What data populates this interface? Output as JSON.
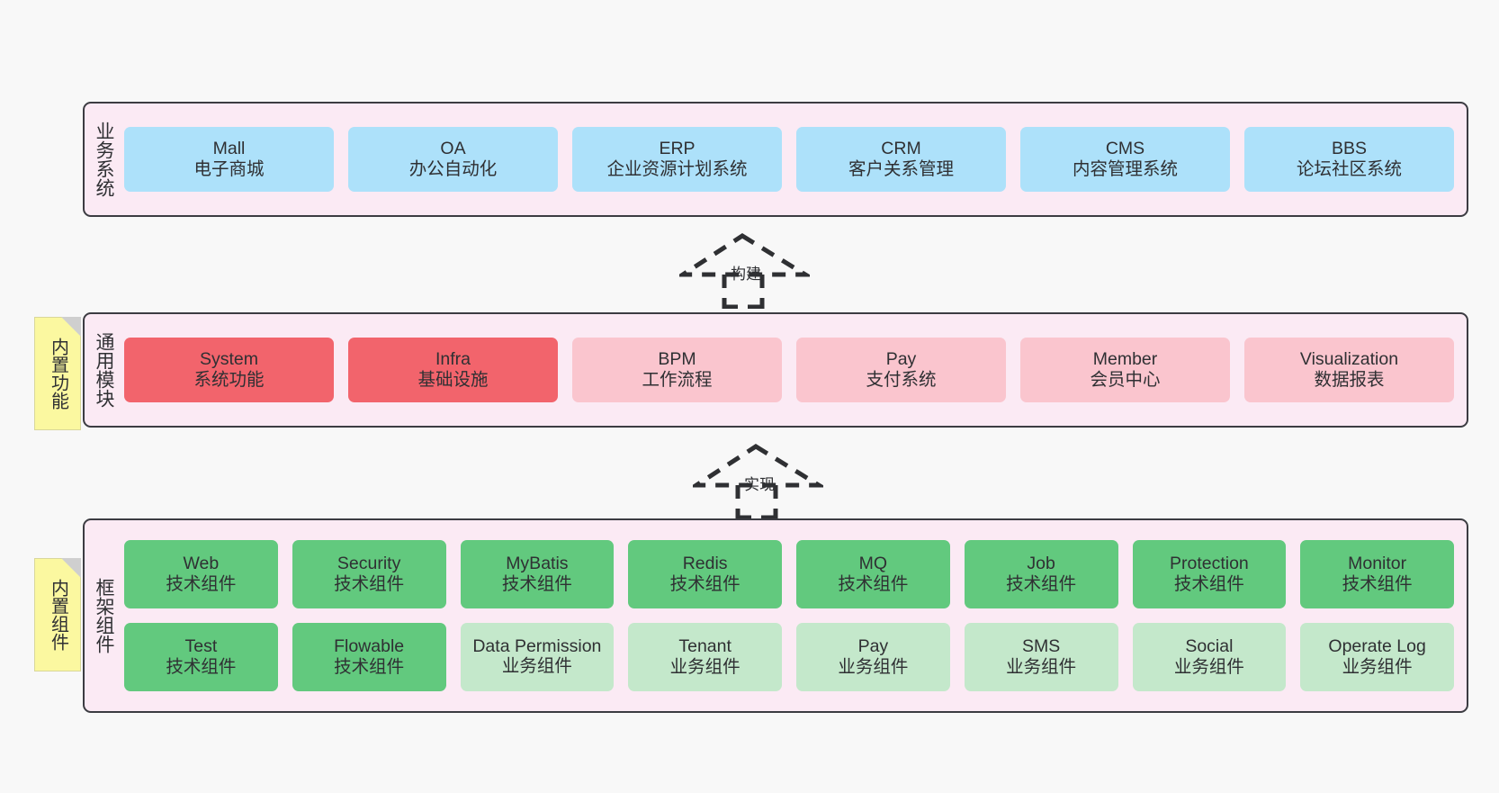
{
  "diagram": {
    "background": "#f8f8f8",
    "palette": {
      "layer_fill": "#fbeaf4",
      "layer_border": "#3c3c42",
      "blue": "#ade1fa",
      "red": "#f2646c",
      "pink": "#fac5ce",
      "green": "#62c97e",
      "green_light": "#c4e8cb",
      "note_yellow": "#fbf8a0",
      "note_fold": "#cfcfcf"
    }
  },
  "layers": [
    {
      "id": "business-systems",
      "label": "业务系统",
      "rows": [
        {
          "cells": [
            {
              "name": "mall",
              "title": "Mall",
              "subtitle": "电子商城",
              "color": "blue"
            },
            {
              "name": "oa",
              "title": "OA",
              "subtitle": "办公自动化",
              "color": "blue"
            },
            {
              "name": "erp",
              "title": "ERP",
              "subtitle": "企业资源计划系统",
              "color": "blue"
            },
            {
              "name": "crm",
              "title": "CRM",
              "subtitle": "客户关系管理",
              "color": "blue"
            },
            {
              "name": "cms",
              "title": "CMS",
              "subtitle": "内容管理系统",
              "color": "blue"
            },
            {
              "name": "bbs",
              "title": "BBS",
              "subtitle": "论坛社区系统",
              "color": "blue"
            }
          ]
        }
      ]
    },
    {
      "id": "common-modules",
      "label": "通用模块",
      "note": "内置功能",
      "rows": [
        {
          "cells": [
            {
              "name": "system",
              "title": "System",
              "subtitle": "系统功能",
              "color": "red"
            },
            {
              "name": "infra",
              "title": "Infra",
              "subtitle": "基础设施",
              "color": "red"
            },
            {
              "name": "bpm",
              "title": "BPM",
              "subtitle": "工作流程",
              "color": "pink"
            },
            {
              "name": "pay",
              "title": "Pay",
              "subtitle": "支付系统",
              "color": "pink"
            },
            {
              "name": "member",
              "title": "Member",
              "subtitle": "会员中心",
              "color": "pink"
            },
            {
              "name": "visualization",
              "title": "Visualization",
              "subtitle": "数据报表",
              "color": "pink"
            }
          ]
        }
      ]
    },
    {
      "id": "framework-components",
      "label": "框架组件",
      "note": "内置组件",
      "rows": [
        {
          "cells": [
            {
              "name": "web",
              "title": "Web",
              "subtitle": "技术组件",
              "color": "green"
            },
            {
              "name": "security",
              "title": "Security",
              "subtitle": "技术组件",
              "color": "green"
            },
            {
              "name": "mybatis",
              "title": "MyBatis",
              "subtitle": "技术组件",
              "color": "green"
            },
            {
              "name": "redis",
              "title": "Redis",
              "subtitle": "技术组件",
              "color": "green"
            },
            {
              "name": "mq",
              "title": "MQ",
              "subtitle": "技术组件",
              "color": "green"
            },
            {
              "name": "job",
              "title": "Job",
              "subtitle": "技术组件",
              "color": "green"
            },
            {
              "name": "protection",
              "title": "Protection",
              "subtitle": "技术组件",
              "color": "green"
            },
            {
              "name": "monitor",
              "title": "Monitor",
              "subtitle": "技术组件",
              "color": "green"
            }
          ]
        },
        {
          "cells": [
            {
              "name": "test",
              "title": "Test",
              "subtitle": "技术组件",
              "color": "green"
            },
            {
              "name": "flowable",
              "title": "Flowable",
              "subtitle": "技术组件",
              "color": "green"
            },
            {
              "name": "data-permission",
              "title": "Data Permission",
              "subtitle": "业务组件",
              "color": "green_light"
            },
            {
              "name": "tenant",
              "title": "Tenant",
              "subtitle": "业务组件",
              "color": "green_light"
            },
            {
              "name": "pay-biz",
              "title": "Pay",
              "subtitle": "业务组件",
              "color": "green_light"
            },
            {
              "name": "sms",
              "title": "SMS",
              "subtitle": "业务组件",
              "color": "green_light"
            },
            {
              "name": "social",
              "title": "Social",
              "subtitle": "业务组件",
              "color": "green_light"
            },
            {
              "name": "operate-log",
              "title": "Operate Log",
              "subtitle": "业务组件",
              "color": "green_light"
            }
          ]
        }
      ]
    }
  ],
  "arrows": [
    {
      "id": "build",
      "label": "构建",
      "from": "common-modules",
      "to": "business-systems"
    },
    {
      "id": "implement",
      "label": "实现",
      "from": "framework-components",
      "to": "common-modules"
    }
  ]
}
